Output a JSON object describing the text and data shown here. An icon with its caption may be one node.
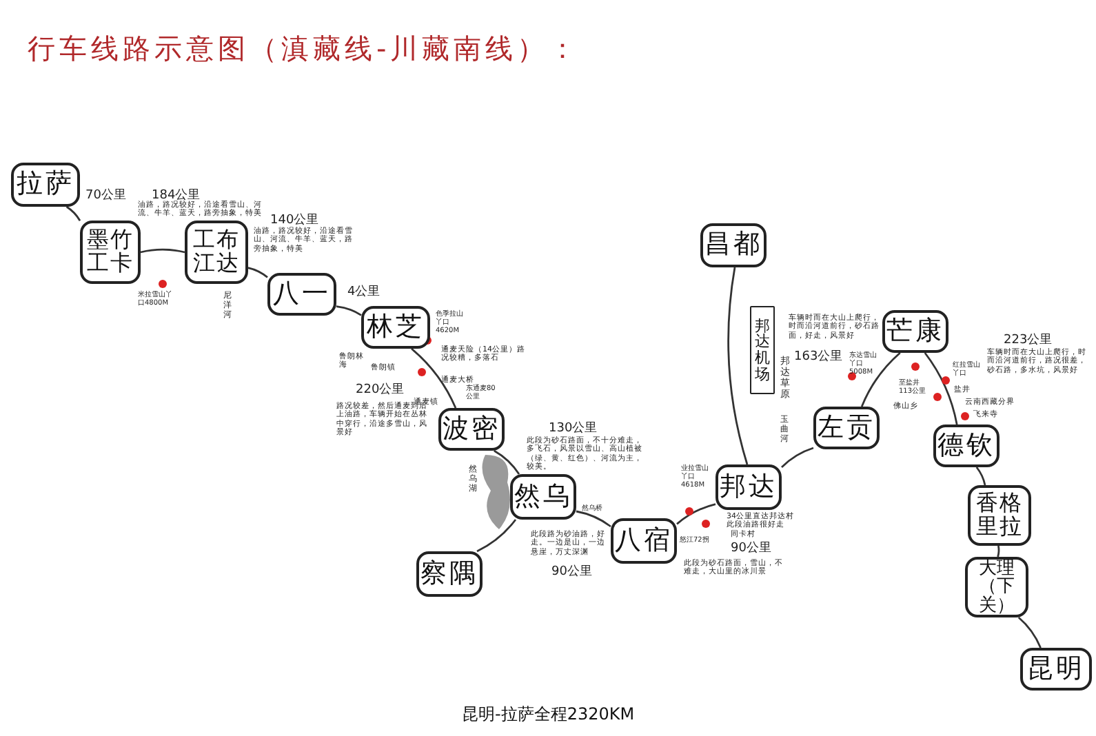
{
  "diagram": {
    "title": "行车线路示意图（滇藏线-川藏南线）：",
    "caption": "昆明-拉萨全程2320KM",
    "nodes": [
      {
        "text": [
          "拉萨"
        ]
      },
      {
        "text": [
          "墨竹工卡"
        ]
      },
      {
        "text": [
          "工布江达"
        ]
      },
      {
        "text": [
          "八一"
        ]
      },
      {
        "text": [
          "林芝"
        ]
      },
      {
        "text": [
          "波密"
        ]
      },
      {
        "text": [
          "然乌"
        ]
      },
      {
        "text": [
          "察隅"
        ]
      },
      {
        "text": [
          "八宿"
        ]
      },
      {
        "text": [
          "邦达"
        ]
      },
      {
        "text": [
          "昌都"
        ]
      },
      {
        "text": [
          "邦达机场"
        ]
      },
      {
        "text": [
          "左贡"
        ]
      },
      {
        "text": [
          "芒康"
        ]
      },
      {
        "text": [
          "德钦"
        ]
      },
      {
        "text": [
          "香格里拉"
        ]
      },
      {
        "text": [
          "大理（下关）"
        ]
      },
      {
        "text": [
          "昆明"
        ]
      }
    ],
    "edges": [
      {
        "from": 0,
        "to": 1,
        "arrow": "none"
      },
      {
        "from": 1,
        "to": 2,
        "arrow": "none"
      },
      {
        "from": 2,
        "to": 3,
        "arrow": "none"
      },
      {
        "from": 3,
        "to": 4,
        "arrow": "none"
      },
      {
        "from": 4,
        "to": 5,
        "arrow": "none"
      },
      {
        "from": 5,
        "to": 6,
        "arrow": "none"
      },
      {
        "from": 6,
        "to": 7,
        "arrow": "none"
      },
      {
        "from": 6,
        "to": 8,
        "arrow": "none"
      },
      {
        "from": 8,
        "to": 9,
        "arrow": "none"
      },
      {
        "from": 9,
        "to": 10,
        "arrow": "none"
      },
      {
        "from": 9,
        "to": 12,
        "arrow": "none"
      },
      {
        "from": 12,
        "to": 13,
        "arrow": "none"
      },
      {
        "from": 13,
        "to": 14,
        "arrow": "none"
      },
      {
        "from": 14,
        "to": 15,
        "arrow": "none"
      },
      {
        "from": 15,
        "to": 16,
        "arrow": "none"
      },
      {
        "from": 16,
        "to": 17,
        "arrow": "none"
      }
    ],
    "labels": [
      "70公里",
      "184公里",
      "油路，路况较好，沿途看雪山、河流、牛羊、蓝天，路旁抽象，特美",
      "米拉雪山丫口4800M",
      "140公里",
      "油路，路况较好，沿途看雪山、河流、牛羊、蓝天，路旁抽象，特美",
      "尼洋河",
      "4公里",
      "色季拉山丫口4620M",
      "鲁朗林海",
      "鲁朗镇",
      "通麦天险（14公里）路况较糟，多落石",
      "通麦大桥",
      "东通麦80公里",
      "220公里",
      "通麦镇",
      "路况较差，然后通麦到后上油路，车辆开始在丛林中穿行，沿途多雪山，风景好",
      "130公里",
      "此段为砂石路面，不十分难走，多飞石，风景以雪山、高山植被（绿、黄、红色）、河流为主，较美。",
      "然乌湖",
      "然乌桥",
      "此段路为砂油路，好走。一边是山，一边悬崖，万丈深渊",
      "90公里",
      "业拉雪山丫口4618M",
      "怒江72拐",
      "34公里直达邦达村此段油路很好走",
      "同卡村",
      "90公里",
      "此段为砂石路面，雪山，不难走，大山里的冰川景",
      "邦达草原",
      "玉曲河",
      "车辆时而在大山上爬行，时而沿河道前行，砂石路面，好走，风景好",
      "163公里",
      "东达雪山丫口5008M",
      "223公里",
      "车辆时而在大山上爬行，时而沿河道前行，路况很差，砂石路，多水坑，风景好",
      "红拉雪山丫口",
      "至盐井113公里",
      "盐井",
      "佛山乡",
      "云南西藏分界",
      "飞来寺"
    ]
  }
}
